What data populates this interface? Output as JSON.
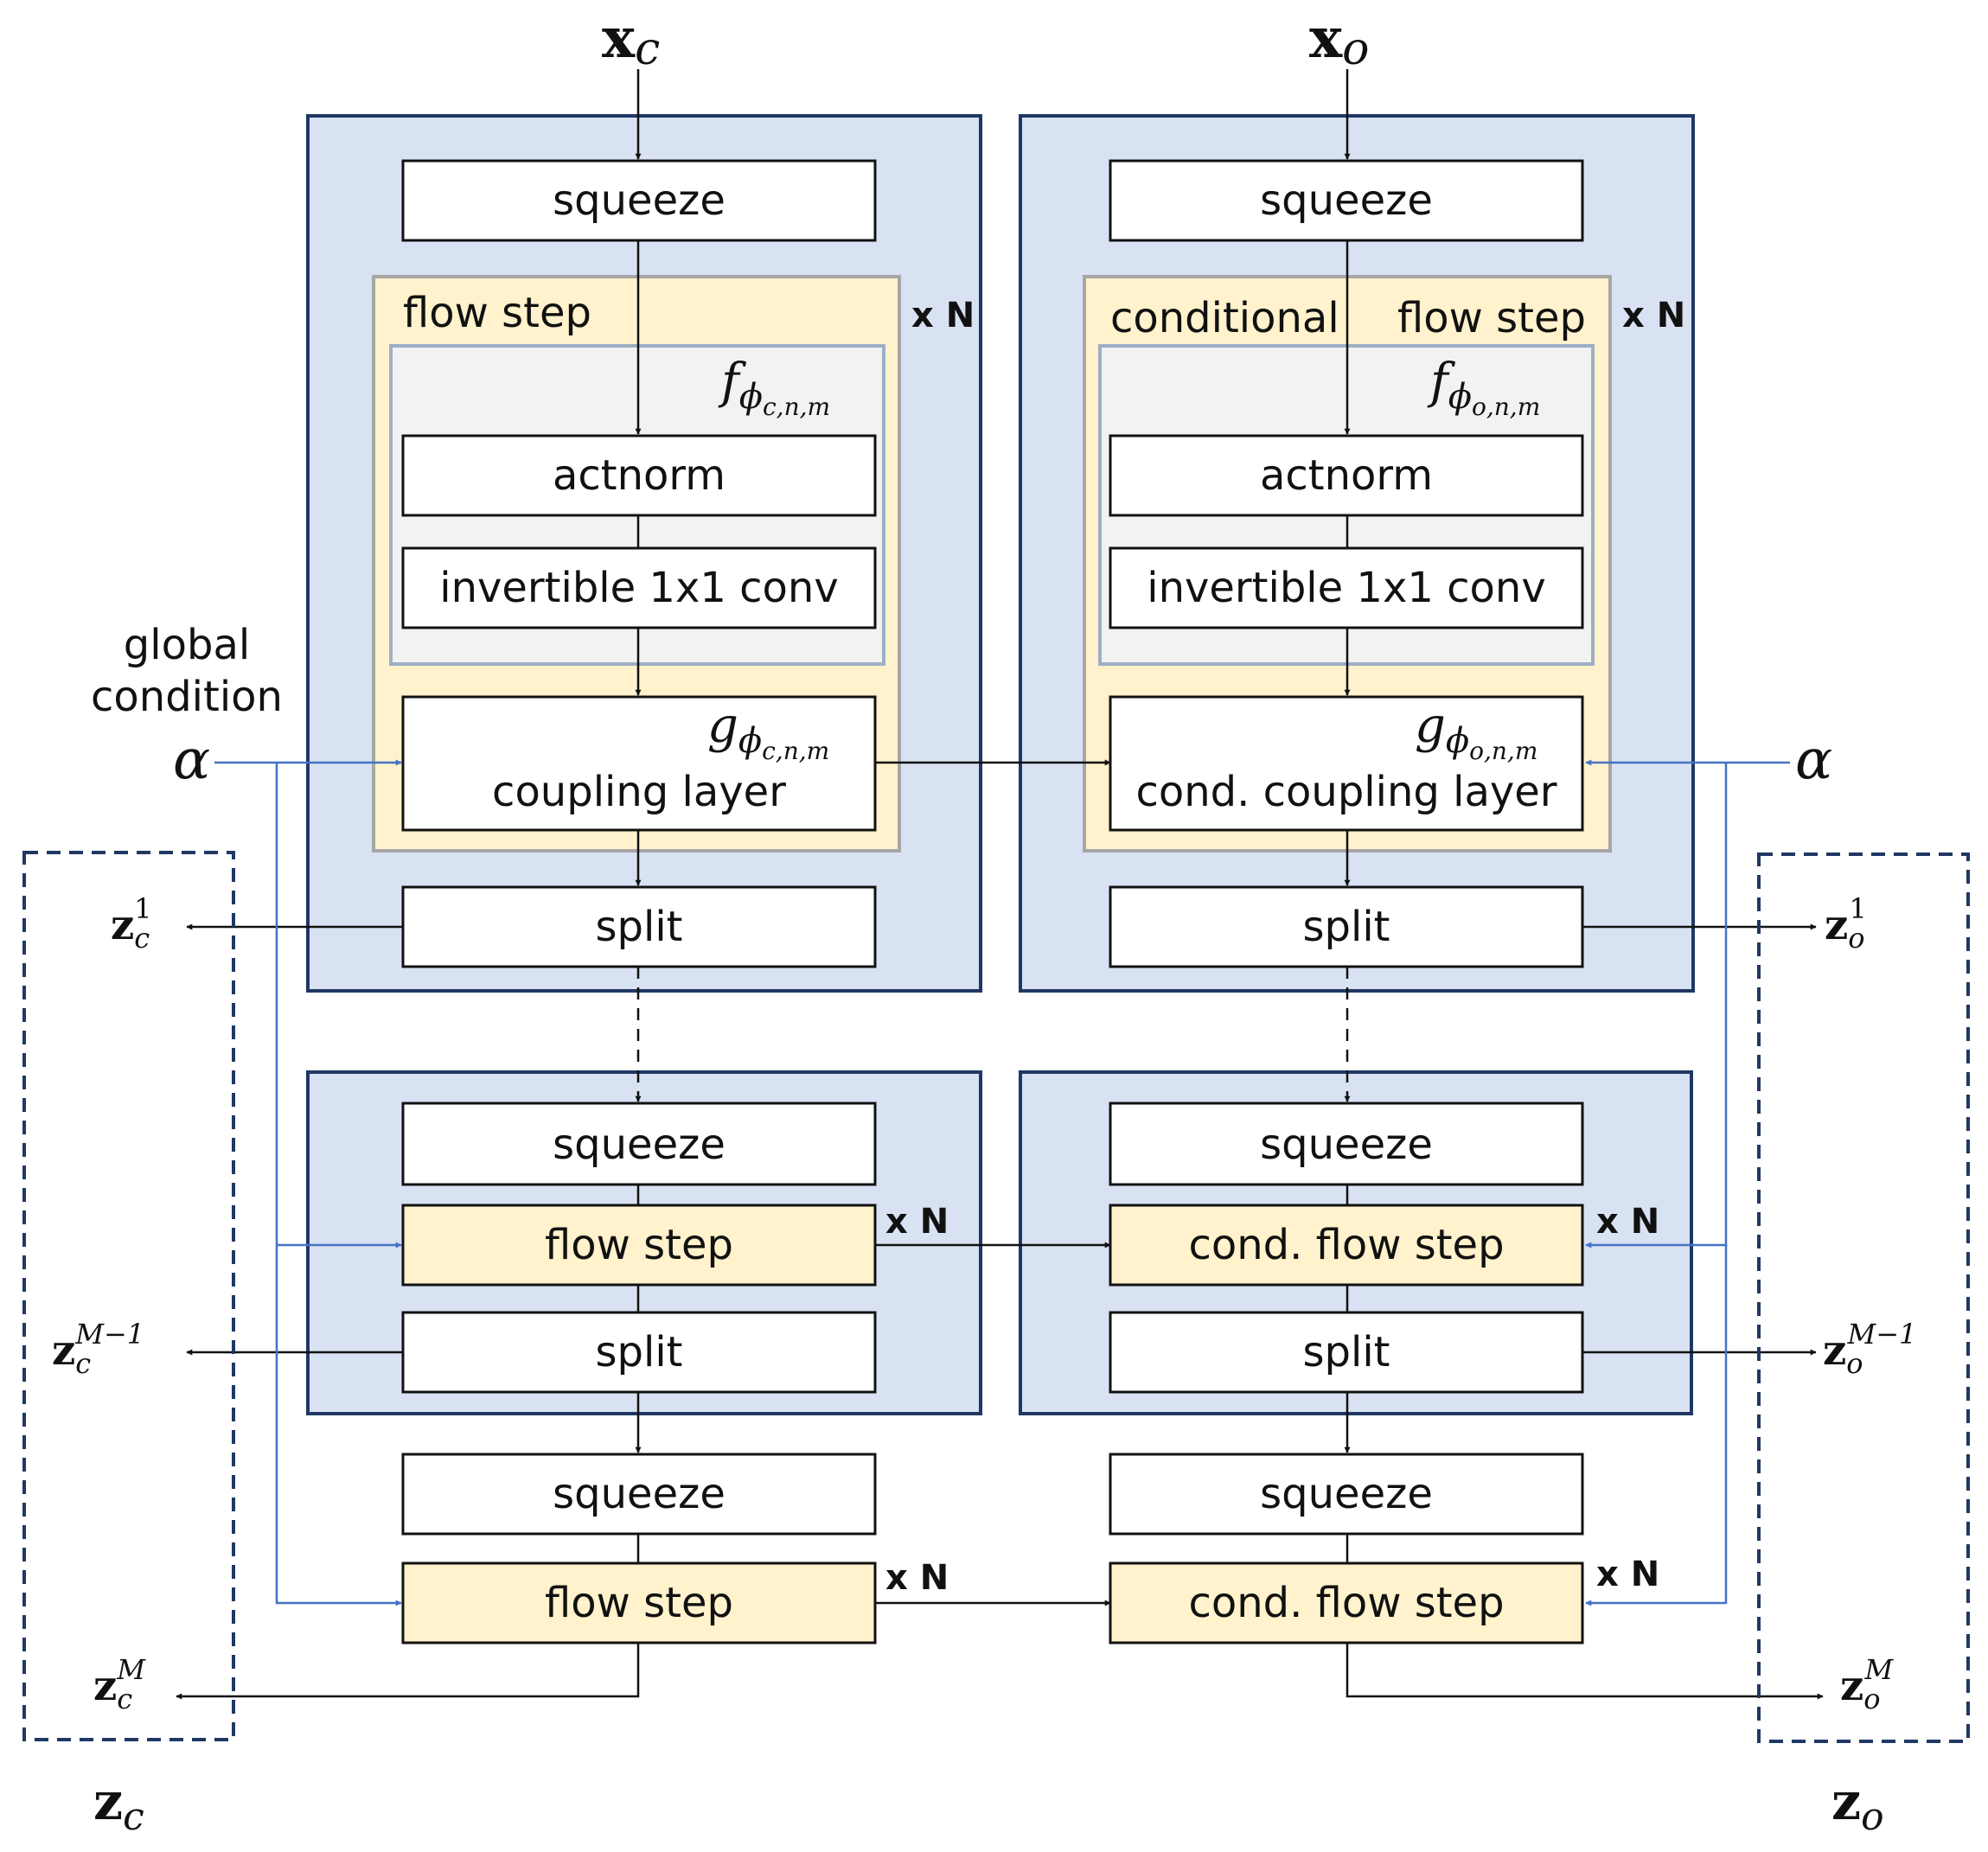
{
  "inputs": {
    "xc_base": "x",
    "xc_sub": "c",
    "xo_base": "x",
    "xo_sub": "o"
  },
  "labels": {
    "squeeze": "squeeze",
    "flow_step": "flow step",
    "conditional": "conditional",
    "actnorm": "actnorm",
    "inv_conv": "invertible 1x1 conv",
    "coupling": "coupling layer",
    "cond_coupling": "cond. coupling layer",
    "split": "split",
    "cond_flow_step": "cond. flow step",
    "repeat": "x N",
    "global_condition_1": "global",
    "global_condition_2": "condition",
    "alpha": "α"
  },
  "func_labels": {
    "f": "f",
    "g": "g",
    "phi": "ϕ",
    "c_sub": "c,n,m",
    "o_sub": "o,n,m"
  },
  "outputs": {
    "z": "z",
    "c": "c",
    "o": "o",
    "sup_1": "1",
    "sup_m1": "M−1",
    "sup_m": "M"
  },
  "colors": {
    "outer_block_fill": "#d9e2f3",
    "outer_block_stroke": "#1f3864",
    "flow_fill": "#fff2cc",
    "flow_stroke": "#a6a6a6",
    "inner_fill": "#f2f2f2",
    "inner_stroke": "#9dafc6",
    "alpha_line": "#4472c4",
    "dashed_group": "#1f3864"
  }
}
